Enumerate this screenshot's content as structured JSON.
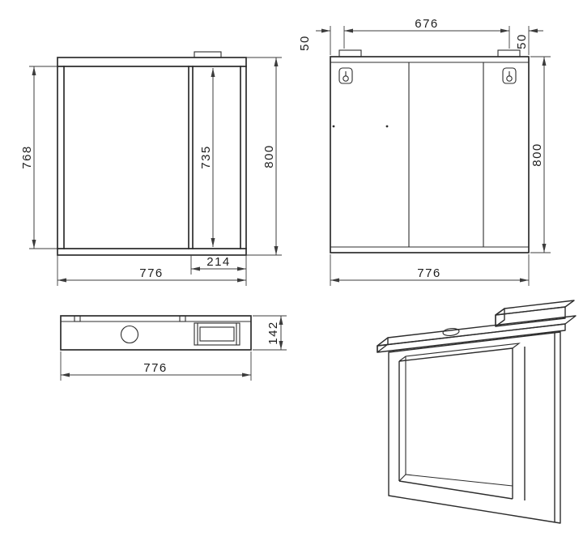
{
  "colors": {
    "line": "#2d2d2d",
    "dim": "#3c3c3c",
    "text": "#1e1e1e",
    "background": "#ffffff"
  },
  "front_view": {
    "height_body": "768",
    "height_door_inner": "735",
    "height_overall": "800",
    "width_door": "214",
    "width_overall": "776"
  },
  "back_view": {
    "hanger_span": "676",
    "hanger_offset_left": "50",
    "hanger_offset_right": "50",
    "height_overall": "800",
    "width_overall": "776"
  },
  "top_view": {
    "depth": "142",
    "width_overall": "776"
  }
}
